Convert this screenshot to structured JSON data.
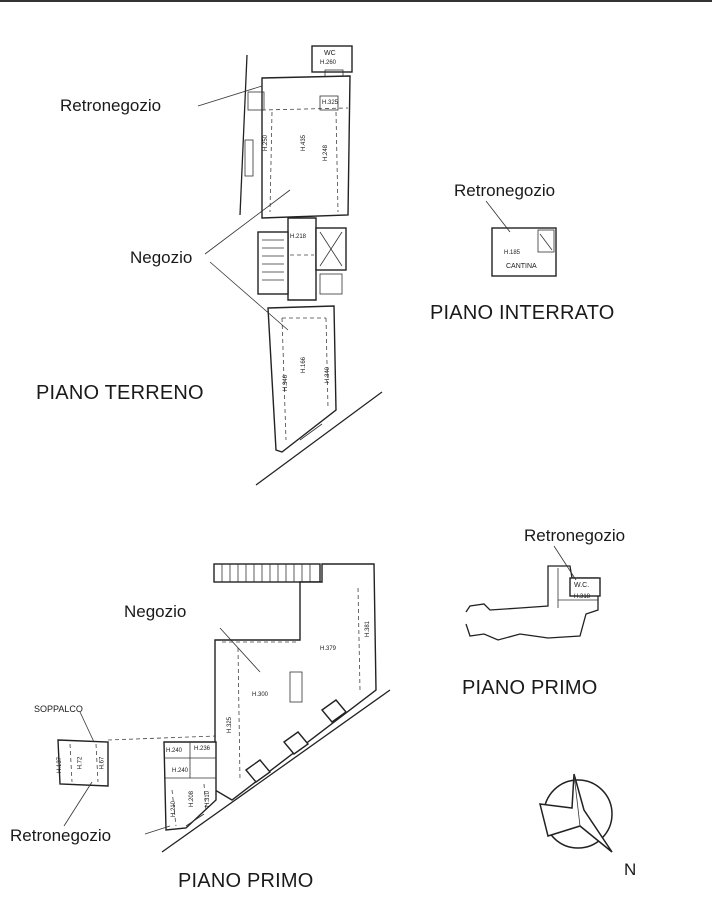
{
  "labels": {
    "retronegozio": "Retronegozio",
    "negozio": "Negozio",
    "piano_terreno": "PIANO TERRENO",
    "piano_interrato": "PIANO INTERRATO",
    "piano_primo": "PIANO PRIMO",
    "soppalco": "SOPPALCO",
    "north": "N",
    "wc": "WC",
    "wc_dot": "W.C.",
    "cantina": "CANTINA"
  },
  "heights": {
    "h260": "H.260",
    "h325": "H.325",
    "h435": "H.435",
    "h250": "H.250",
    "h248": "H.248",
    "h218": "H.218",
    "h185": "H.185",
    "h346": "H.346",
    "h166": "H.166",
    "h340": "H.340",
    "h379": "H.379",
    "h300": "H.300",
    "h381": "H.381",
    "h325b": "H.325",
    "h240": "H.240",
    "h236": "H.236",
    "h240b": "H.240",
    "h210": "H.210",
    "h208": "H.208",
    "h310": "H.310",
    "h137": "H.137",
    "h72": "H.72",
    "h67": "H.67",
    "h318": "H.318"
  },
  "colors": {
    "line": "#222222",
    "background": "#ffffff"
  }
}
